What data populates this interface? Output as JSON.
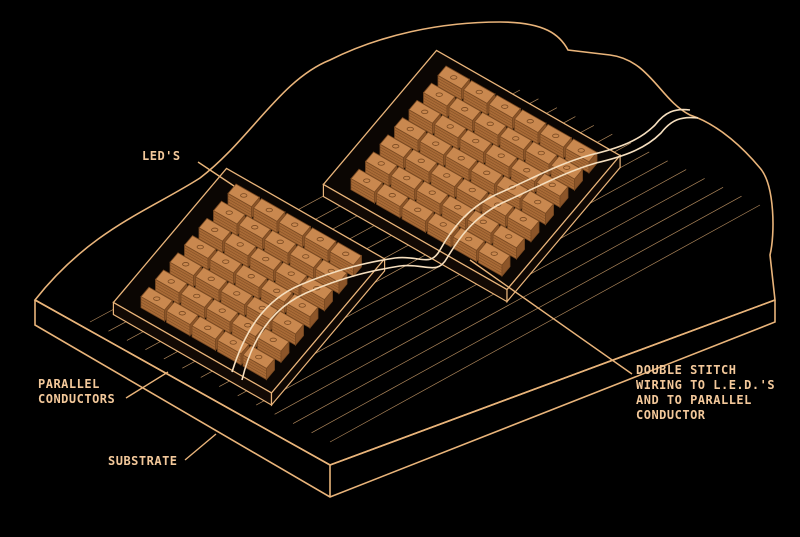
{
  "colors": {
    "background": "#000000",
    "line": "#e9b47a",
    "label": "#f3c89a",
    "chip_fill": "#c9884f",
    "chip_dark": "#7a4a22",
    "wire": "#f6dfbf"
  },
  "labels": {
    "leds": "LED'S",
    "parallel_1": "PARALLEL",
    "parallel_2": "CONDUCTORS",
    "double_1": "DOUBLE STITCH",
    "double_2": "WIRING TO L.E.D.'S",
    "double_3": "AND TO PARALLEL",
    "double_4": "CONDUCTOR",
    "substrate": "SUBSTRATE"
  },
  "structure": {
    "arrays": [
      {
        "name": "front-led-array",
        "rows": 7,
        "chips_per_row": 5
      },
      {
        "name": "back-led-array",
        "rows": 7,
        "chips_per_row": 6
      }
    ],
    "parallel_conductor_count": 14
  }
}
